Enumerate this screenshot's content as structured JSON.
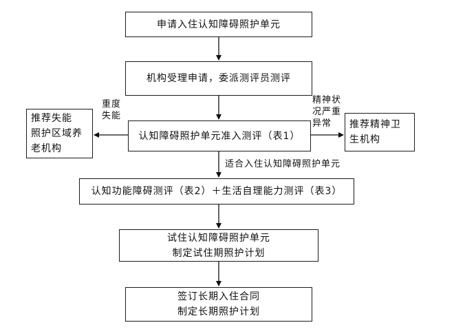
{
  "flowchart": {
    "step1": "申请入住认知障碍照护单元",
    "step2": "机构受理申请，委派测评员测评",
    "step3": "认知障碍照护单元准入测评（表1）",
    "left_box": {
      "line1": "推荐失能",
      "line2": "照护区域养",
      "line3": "老机构"
    },
    "right_box": {
      "line1": "推荐精神卫",
      "line2": "生机构"
    },
    "left_label": {
      "line1": "重度",
      "line2": "失能"
    },
    "right_label": {
      "line1": "精神状",
      "line2": "况严重",
      "line3": "异常"
    },
    "down_label": "适合入住认知障碍照护单元",
    "step4": "认知功能障碍测评（表2）＋生活自理能力测评（表3）",
    "step5": {
      "line1": "试住认知障碍照护单元",
      "line2": "制定试住期照护计划"
    },
    "step6": {
      "line1": "签订长期入住合同",
      "line2": "制定长期照护计划"
    }
  }
}
